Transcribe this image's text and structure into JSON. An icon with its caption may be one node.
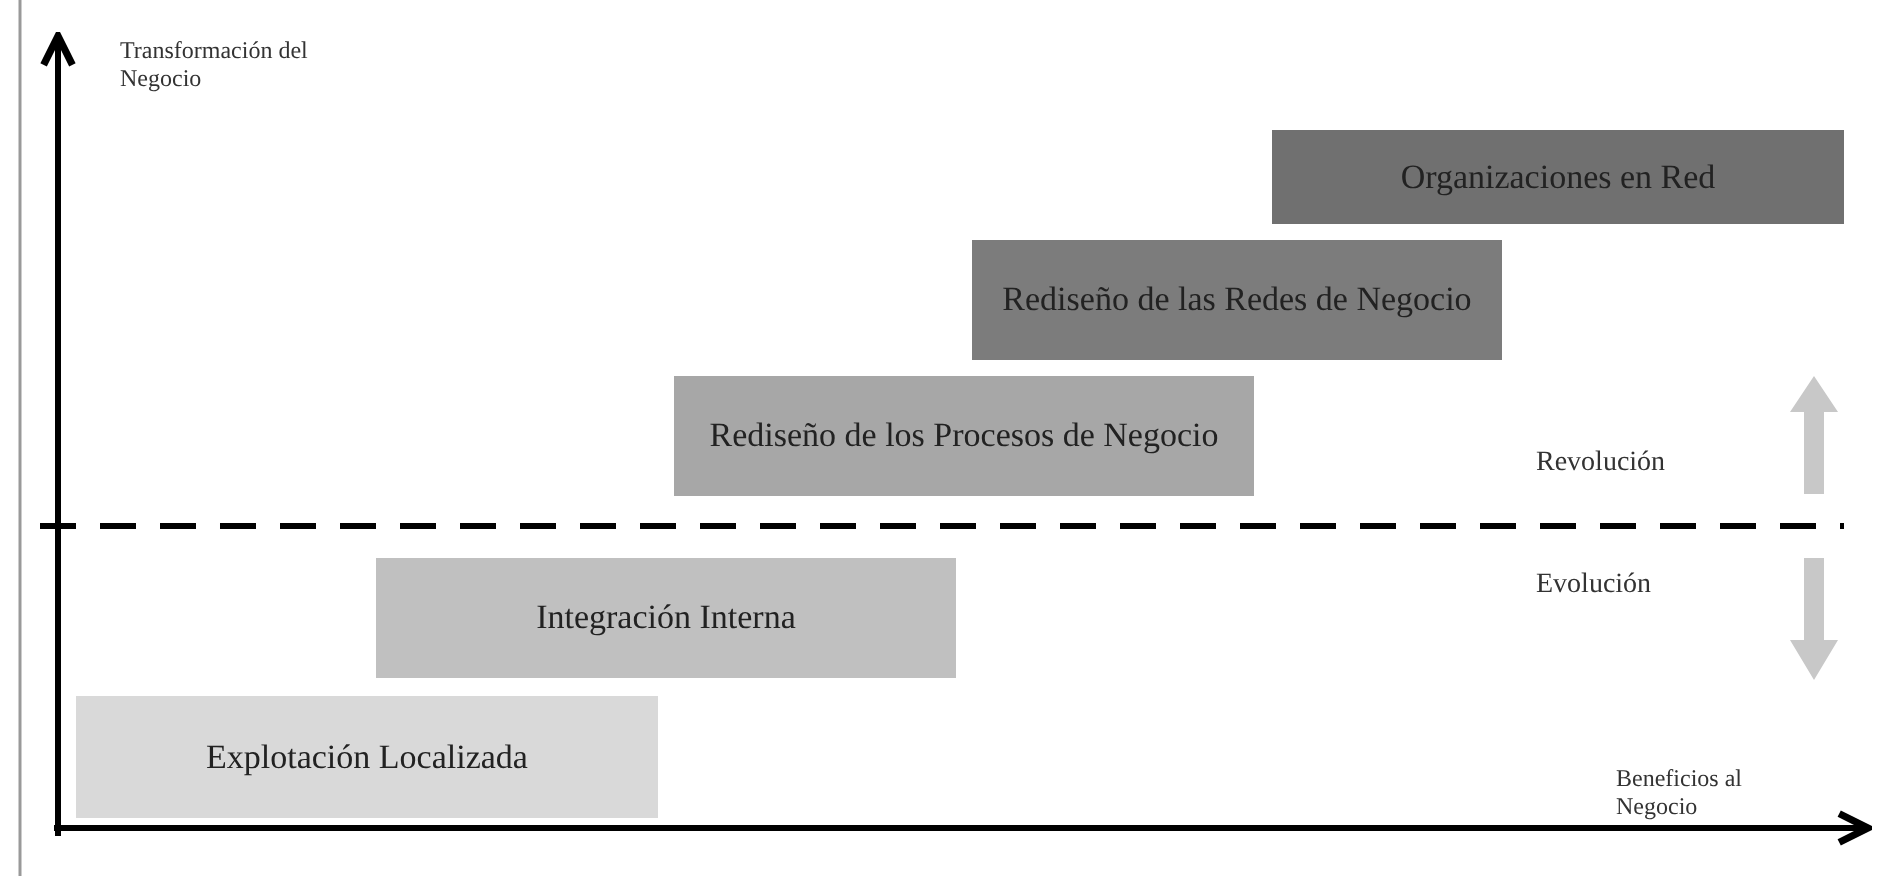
{
  "diagram": {
    "nodes": [
      {
        "text": [
          "Organizaciones en Red"
        ]
      },
      {
        "text": [
          "Rediseño de las Redes de Negocio"
        ]
      },
      {
        "text": [
          "Rediseño de los Procesos de Negocio"
        ]
      },
      {
        "text": [
          "Integración Interna"
        ]
      },
      {
        "text": [
          "Explotación Localizada"
        ]
      }
    ],
    "labels": [
      "Transformación del Negocio",
      "Revolución",
      "Evolución",
      "Beneficios al Negocio"
    ]
  }
}
